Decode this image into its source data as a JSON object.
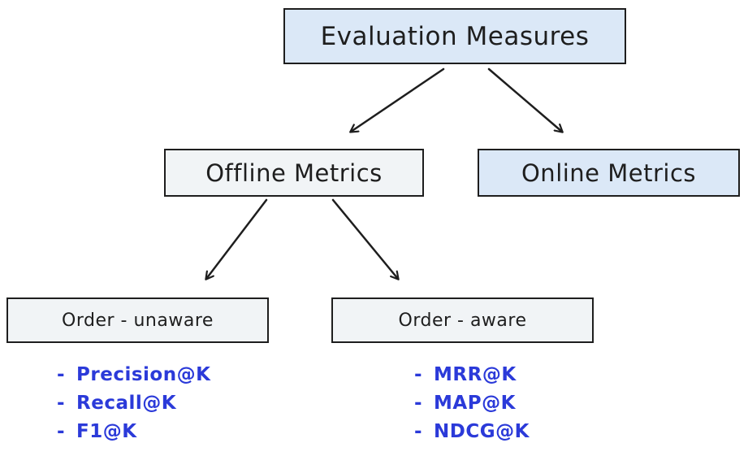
{
  "root": {
    "label": "Evaluation Measures"
  },
  "level2": {
    "offline": {
      "label": "Offline Metrics"
    },
    "online": {
      "label": "Online Metrics"
    }
  },
  "level3": {
    "unaware": {
      "label": "Order - unaware",
      "items": [
        "Precision@K",
        "Recall@K",
        "F1@K"
      ]
    },
    "aware": {
      "label": "Order - aware",
      "items": [
        "MRR@K",
        "MAP@K",
        "NDCG@K"
      ]
    }
  },
  "list_dash": "-",
  "colors": {
    "stroke": "#1e1e1e",
    "root_fill": "#dbe8f7",
    "online_fill": "#dbe8f7",
    "offline_fill": "#f1f4f6",
    "leaf_fill": "#f1f4f6",
    "metric_text": "#2b3ad9"
  }
}
